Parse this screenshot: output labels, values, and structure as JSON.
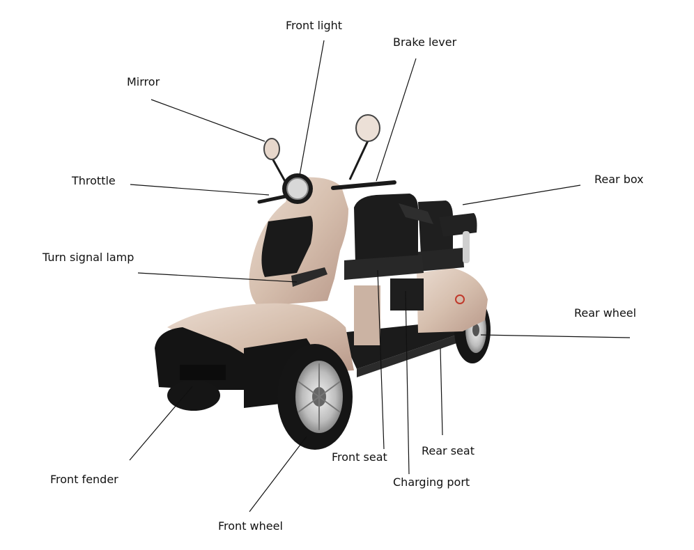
{
  "diagram": {
    "labels": {
      "front_light": "Front light",
      "brake_lever": "Brake lever",
      "mirror": "Mirror",
      "throttle": "Throttle",
      "rear_box": "Rear box",
      "turn_signal_lamp": "Turn signal lamp",
      "rear_wheel": "Rear wheel",
      "front_seat": "Front seat",
      "rear_seat": "Rear seat",
      "charging_port": "Charging port",
      "front_fender": "Front fender",
      "front_wheel": "Front wheel"
    }
  },
  "colors": {
    "body_champagne": "#d9c3b3",
    "body_shade": "#b89d8b",
    "black_trim": "#141414",
    "seat": "#1e1e1e",
    "leader_line": "#111111"
  }
}
